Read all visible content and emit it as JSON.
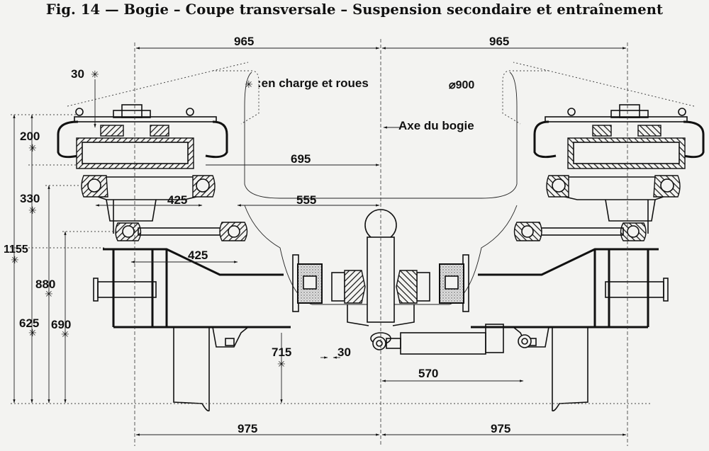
{
  "title": "Fig. 14 — Bogie – Coupe transversale – Suspension secondaire et entraînement",
  "note": {
    "symbol": "✳",
    "text": ":en charge et roues",
    "diameter": "⌀900"
  },
  "axis_label": "Axe du bogie",
  "dimensions": {
    "top_left": "965",
    "top_right": "965",
    "d30_top": "30",
    "d200": "200",
    "d330": "330",
    "d1155": "1155",
    "d880": "880",
    "d625": "625",
    "d690": "690",
    "d695": "695",
    "d425_upper": "425",
    "d555": "555",
    "d425_lower": "425",
    "d715": "715",
    "d30_bottom": "30",
    "d570": "570",
    "bottom_left": "975",
    "bottom_right": "975"
  },
  "star": "✳"
}
